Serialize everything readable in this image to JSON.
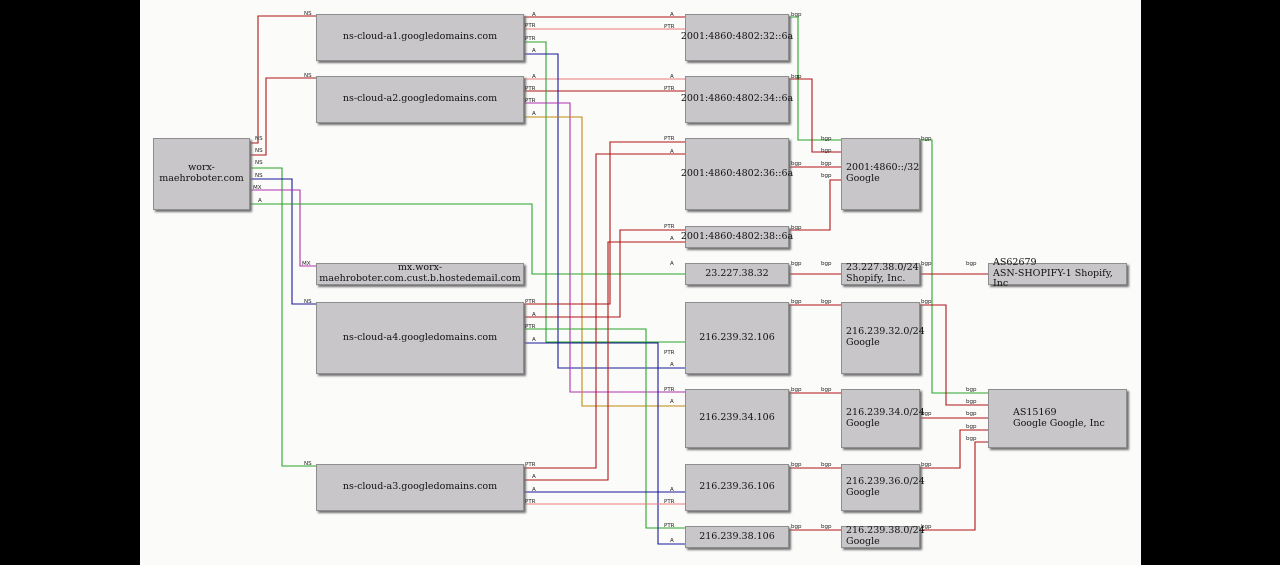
{
  "nodes": {
    "worx": "worx-maehroboter.com",
    "a1": "ns-cloud-a1.googledomains.com",
    "a2": "ns-cloud-a2.googledomains.com",
    "a3": "ns-cloud-a3.googledomains.com",
    "a4": "ns-cloud-a4.googledomains.com",
    "mx": "mx.worx-maehroboter.com.cust.b.hostedemail.com",
    "ip6_32": "2001:4860:4802:32::6a",
    "ip6_34": "2001:4860:4802:34::6a",
    "ip6_36": "2001:4860:4802:36::6a",
    "ip6_38": "2001:4860:4802:38::6a",
    "ip_shopify": "23.227.38.32",
    "ip4_32": "216.239.32.106",
    "ip4_34": "216.239.34.106",
    "ip4_36": "216.239.36.106",
    "ip4_38": "216.239.38.106",
    "pfx_google6": {
      "name": "2001:4860::/32",
      "org": "Google"
    },
    "pfx_shopify": {
      "name": "23.227.38.0/24",
      "org": "Shopify, Inc."
    },
    "pfx_32": {
      "name": "216.239.32.0/24",
      "org": "Google"
    },
    "pfx_34": {
      "name": "216.239.34.0/24",
      "org": "Google"
    },
    "pfx_36": {
      "name": "216.239.36.0/24",
      "org": "Google"
    },
    "pfx_38": {
      "name": "216.239.38.0/24",
      "org": "Google"
    },
    "as_shopify": {
      "name": "AS62679",
      "org": "ASN-SHOPIFY-1 Shopify, Inc"
    },
    "as_google": {
      "name": "AS15169",
      "org": "Google Google, Inc"
    }
  },
  "edge_labels": {
    "ns": "NS",
    "mx": "MX",
    "a": "A",
    "ptr": "PTR",
    "bgp": "bgp"
  },
  "colors": {
    "red": "#b01515",
    "green": "#2aa62a",
    "blue": "#1a1a9a",
    "purple": "#b030b0",
    "orange": "#c08a10",
    "pink": "#e87878"
  }
}
